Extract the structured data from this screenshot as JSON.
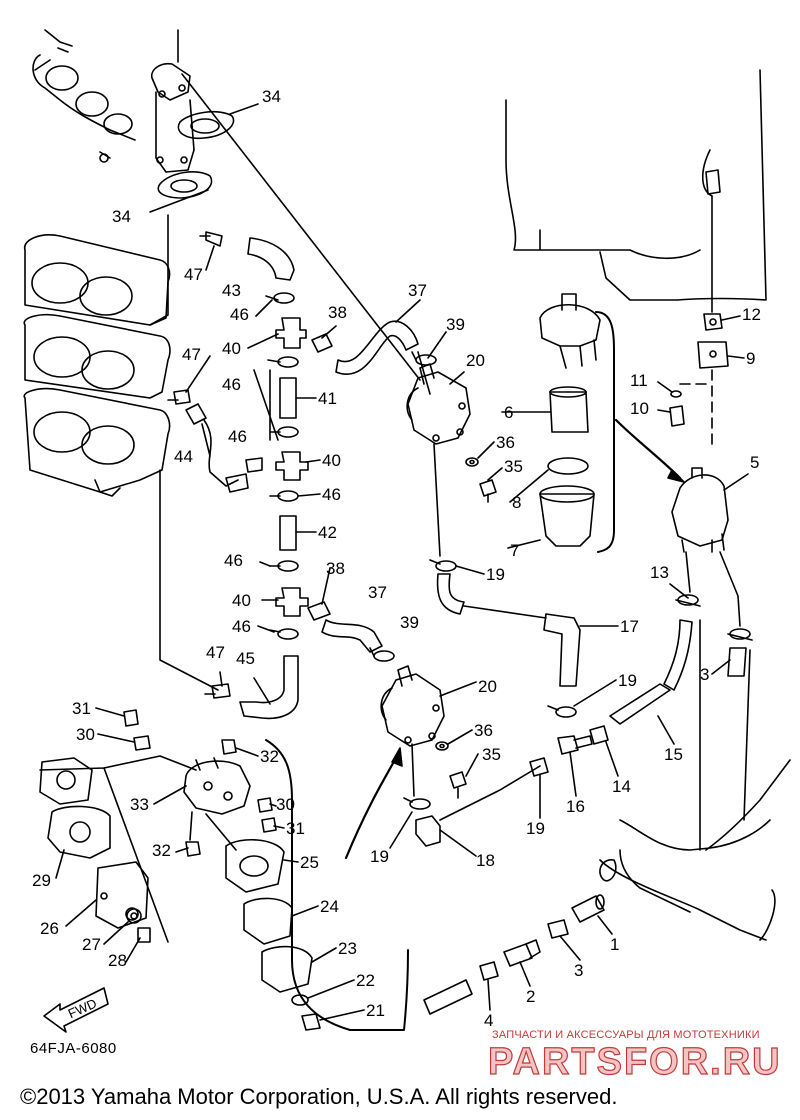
{
  "diagram_code": "64FJA-6080",
  "copyright": "©2013 Yamaha Motor Corporation, U.S.A. All rights reserved.",
  "fwd_label": "FWD",
  "watermark": {
    "tagline": "ЗАПЧАСТИ И АКСЕССУАРЫ ДЛЯ МОТОТЕХНИКИ",
    "logo_text": "PARTSFOR.RU",
    "color": "#c23a3a"
  },
  "labels": {
    "n34a": "34",
    "n34b": "34",
    "n47a": "47",
    "n47b": "47",
    "n47c": "47",
    "n43": "43",
    "n46a": "46",
    "n46b": "46",
    "n46c": "46",
    "n46d": "46",
    "n46e": "46",
    "n46f": "46",
    "n40a": "40",
    "n40b": "40",
    "n40c": "40",
    "n41": "41",
    "n42": "42",
    "n44": "44",
    "n45": "45",
    "n38a": "38",
    "n38b": "38",
    "n37a": "37",
    "n37b": "37",
    "n39a": "39",
    "n39b": "39",
    "n20a": "20",
    "n20b": "20",
    "n36a": "36",
    "n36b": "36",
    "n35a": "35",
    "n35b": "35",
    "n6": "6",
    "n7": "7",
    "n8": "8",
    "n19a": "19",
    "n19b": "19",
    "n19c": "19",
    "n19d": "19",
    "n17": "17",
    "n18": "18",
    "n12": "12",
    "n9": "9",
    "n11": "11",
    "n10": "10",
    "n5": "5",
    "n13": "13",
    "n3a": "3",
    "n3b": "3",
    "n15": "15",
    "n14": "14",
    "n16": "16",
    "n1": "1",
    "n2": "2",
    "n4": "4",
    "n31a": "31",
    "n31b": "31",
    "n30a": "30",
    "n30b": "30",
    "n32a": "32",
    "n32b": "32",
    "n33": "33",
    "n29": "29",
    "n26": "26",
    "n27": "27",
    "n28": "28",
    "n25": "25",
    "n24": "24",
    "n23": "23",
    "n22": "22",
    "n21": "21"
  }
}
